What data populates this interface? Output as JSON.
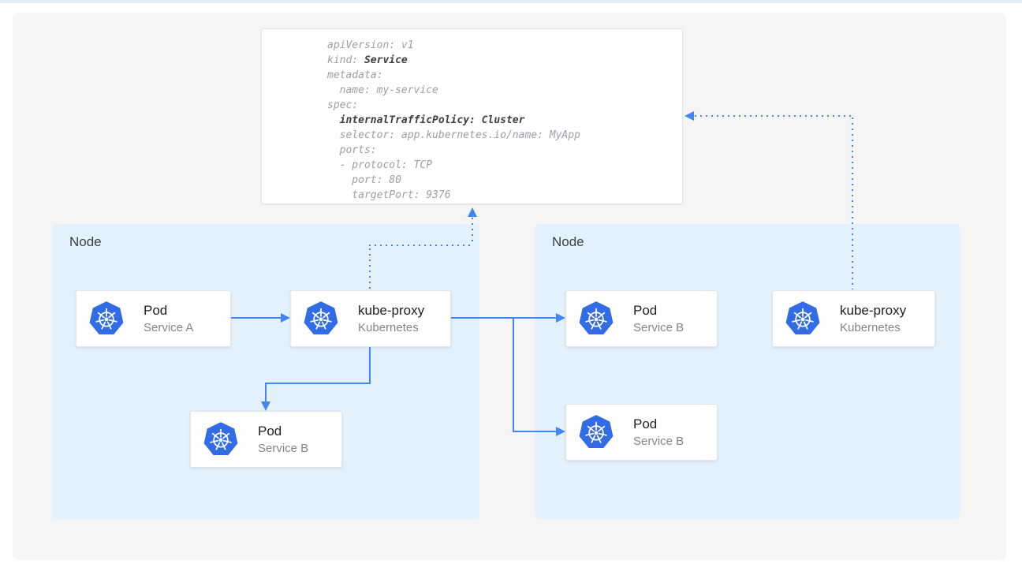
{
  "colors": {
    "arrow_blue": "#4285f4",
    "kubernetes_blue": "#326ce5",
    "node_fill": "#e3f1fd",
    "panel_fill": "#f5f5f5",
    "yaml_text_gray": "#9aa0a6",
    "yaml_text_bold": "#3c4043"
  },
  "yaml_card": {
    "lines": [
      {
        "t1": "apiVersion: v1"
      },
      {
        "t1": "kind: ",
        "b1": "Service"
      },
      {
        "t1": "metadata:"
      },
      {
        "t1": "  name: my-service"
      },
      {
        "t1": "spec:"
      },
      {
        "t1": "  ",
        "b1": "internalTrafficPolicy: Cluster"
      },
      {
        "t1": "  selector: app.kubernetes.io/name: MyApp"
      },
      {
        "t1": "  ports:"
      },
      {
        "t1": "  - protocol: TCP"
      },
      {
        "t1": "    port: 80"
      },
      {
        "t1": "    targetPort: 9376"
      }
    ]
  },
  "nodes": [
    {
      "label": "Node"
    },
    {
      "label": "Node"
    }
  ],
  "cards": {
    "pod_a": {
      "title": "Pod",
      "subtitle": "Service A"
    },
    "kube_proxy_left": {
      "title": "kube-proxy",
      "subtitle": "Kubernetes"
    },
    "pod_b_left": {
      "title": "Pod",
      "subtitle": "Service B"
    },
    "pod_b_right_1": {
      "title": "Pod",
      "subtitle": "Service B"
    },
    "kube_proxy_right": {
      "title": "kube-proxy",
      "subtitle": "Kubernetes"
    },
    "pod_b_right_2": {
      "title": "Pod",
      "subtitle": "Service B"
    }
  }
}
